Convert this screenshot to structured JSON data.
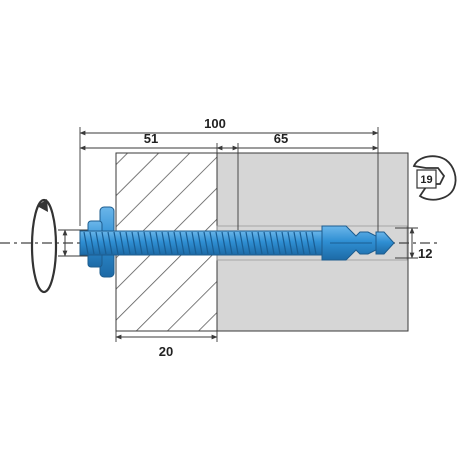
{
  "dimensions": {
    "total_length": "100",
    "fixture_thickness": "51",
    "embedment_depth": "65",
    "drill_depth": "20",
    "bolt_diameter": "12",
    "wrench_size": "19"
  },
  "colors": {
    "anchor_blue": "#2f8fd3",
    "anchor_blue_dark": "#1d6aa6",
    "concrete_gray": "#d6d6d6",
    "fixture_hatch": "#5a5a5a",
    "outline": "#3a3a3a"
  },
  "icons": {
    "rotation": "rotation-arrow-icon",
    "wrench": "open-end-wrench-icon"
  }
}
